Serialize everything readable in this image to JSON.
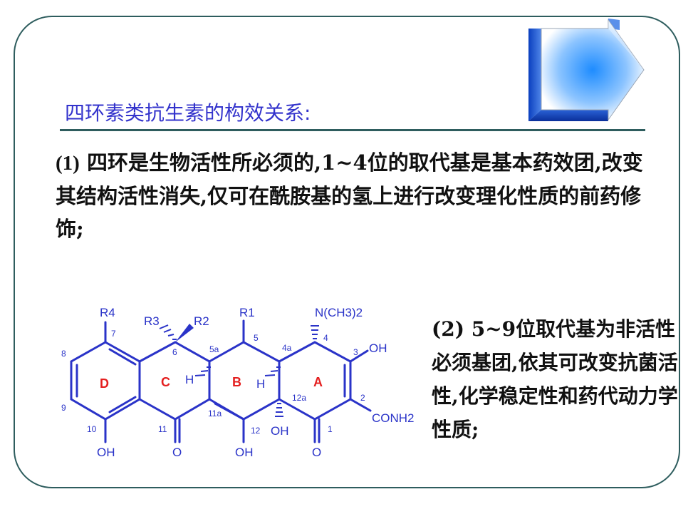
{
  "slide": {
    "title": "四环素类抗生素的构效关系:",
    "point1": {
      "prefix": "(1)",
      "text": "四环是生物活性所必须的,1~4位的取代基是基本药效团,改变其结构活性消失,仅可在酰胺基的氢上进行改变理化性质的前药修饰;"
    },
    "point2": {
      "prefix": "(2)",
      "text": "5~9位取代基为非活性必须基团,依其可改变抗菌活性,化学稳定性和药代动力学性质;"
    }
  },
  "structure": {
    "substituents": {
      "r4": "R4",
      "r3": "R3",
      "r2": "R2",
      "r1": "R1",
      "nme2": "N(CH3)2",
      "oh3": "OH",
      "conh2": "CONH2",
      "oh10": "OH",
      "o11": "O",
      "oh12": "OH",
      "oh12a": "OH",
      "o1": "O",
      "h5a": "H",
      "h4a": "H"
    },
    "ring_labels": {
      "d": "D",
      "c": "C",
      "b": "B",
      "a": "A"
    },
    "positions": {
      "p1": "1",
      "p2": "2",
      "p3": "3",
      "p4": "4",
      "p4a": "4a",
      "p5": "5",
      "p5a": "5a",
      "p6": "6",
      "p7": "7",
      "p8": "8",
      "p9": "9",
      "p10": "10",
      "p11": "11",
      "p11a": "11a",
      "p12": "12",
      "p12a": "12a"
    }
  }
}
